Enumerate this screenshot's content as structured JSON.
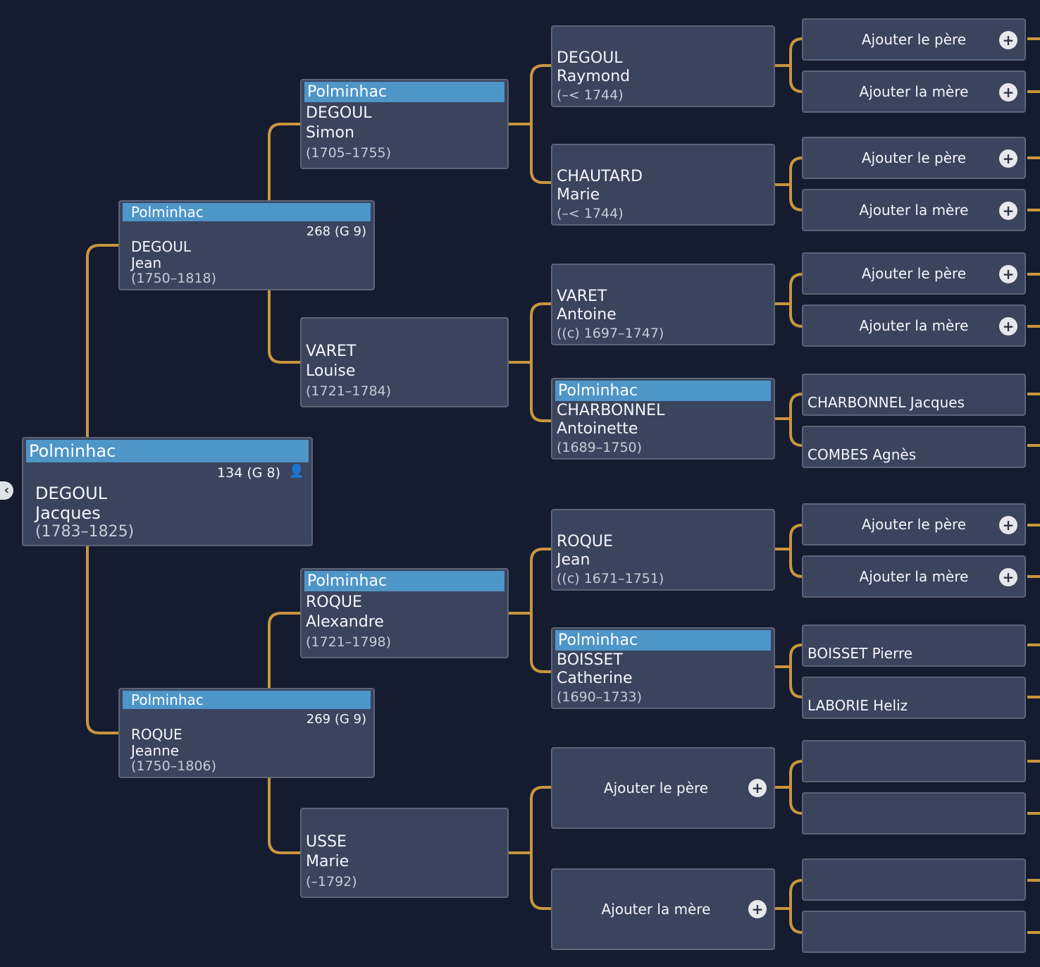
{
  "tag": "Polminhac",
  "add_father": "Ajouter le père",
  "add_mother": "Ajouter la mère",
  "plus_glyph": "+",
  "back_glyph": "‹",
  "root": {
    "last": "DEGOUL",
    "first": "Jacques",
    "dates": "(1783–1825)",
    "num": "134 (G 8)",
    "icon": "user-icon"
  },
  "father": {
    "last": "DEGOUL",
    "first": "Jean",
    "dates": "(1750–1818)",
    "num": "268 (G 9)"
  },
  "mother": {
    "last": "ROQUE",
    "first": "Jeanne",
    "dates": "(1750–1806)",
    "num": "269 (G 9)"
  },
  "gen3": {
    "ff": {
      "last": "DEGOUL",
      "first": "Simon",
      "dates": "(1705–1755)"
    },
    "fm": {
      "last": "VARET",
      "first": "Louise",
      "dates": "(1721–1784)"
    },
    "mf": {
      "last": "ROQUE",
      "first": "Alexandre",
      "dates": "(1721–1798)"
    },
    "mm": {
      "last": "USSE",
      "first": "Marie",
      "dates": "(–1792)"
    }
  },
  "gen4": {
    "fff": {
      "last": "DEGOUL",
      "first": "Raymond",
      "dates": "(–< 1744)"
    },
    "ffm": {
      "last": "CHAUTARD",
      "first": "Marie",
      "dates": "(–< 1744)"
    },
    "fmf": {
      "last": "VARET",
      "first": "Antoine",
      "dates": "((c) 1697–1747)"
    },
    "fmm": {
      "last": "CHARBONNEL",
      "first": "Antoinette",
      "dates": "(1689–1750)"
    },
    "mff": {
      "last": "ROQUE",
      "first": "Jean",
      "dates": "((c) 1671–1751)"
    },
    "mfm": {
      "last": "BOISSET",
      "first": "Catherine",
      "dates": "(1690–1733)"
    }
  },
  "gen5": {
    "fmmf": "CHARBONNEL Jacques",
    "fmmm": "COMBES Agnès",
    "mfmf": "BOISSET Pierre",
    "mfmm": "LABORIE Heliz"
  },
  "colors": {
    "line": "#c9963e",
    "box": "#3b445d",
    "tag": "#4e95c8",
    "bg": "#151c2f"
  }
}
